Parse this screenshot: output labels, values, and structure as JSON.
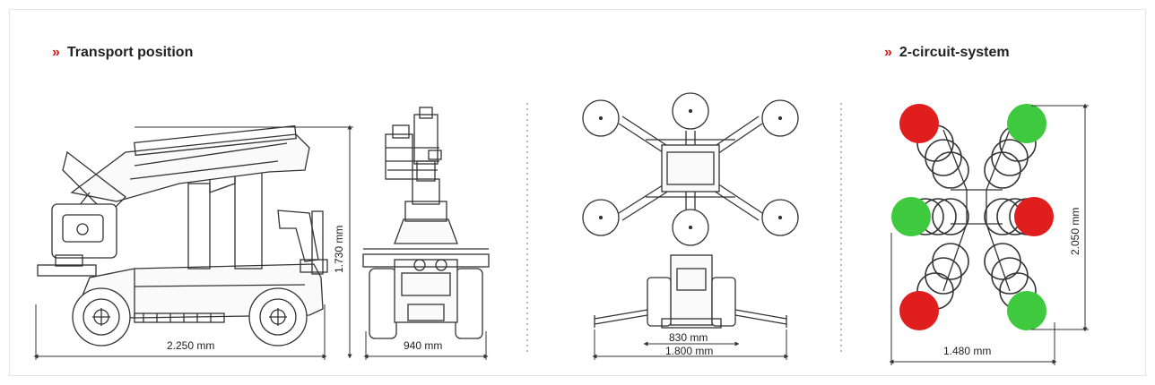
{
  "sections": {
    "transport": {
      "marker": "»",
      "title": "Transport position"
    },
    "circuit": {
      "marker": "»",
      "title": "2-circuit-system"
    }
  },
  "dimensions": {
    "side_width": "2.250 mm",
    "side_height": "1.730 mm",
    "front_width": "940 mm",
    "top_inner_width": "830 mm",
    "top_outer_width": "1.800 mm",
    "circuit_width": "1.480 mm",
    "circuit_height": "2.050 mm"
  },
  "colors": {
    "marker": "#d11a1a",
    "circuit_red": "#e01e1e",
    "circuit_green": "#3ec93e",
    "line": "#333333",
    "separator": "#bbbbbb"
  },
  "circuit_system": {
    "left_column": [
      "red",
      "green",
      "red"
    ],
    "right_column": [
      "green",
      "red",
      "green"
    ]
  }
}
